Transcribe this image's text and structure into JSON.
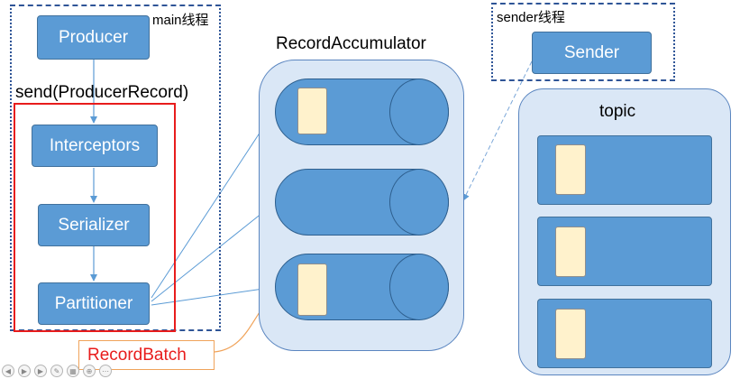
{
  "main_thread": {
    "label": "main线程",
    "producer": "Producer",
    "send_call": "send(ProducerRecord)",
    "interceptors": "Interceptors",
    "serializer": "Serializer",
    "partitioner": "Partitioner"
  },
  "accumulator": {
    "title": "RecordAccumulator"
  },
  "sender_thread": {
    "label": "sender线程",
    "sender": "Sender"
  },
  "topic": {
    "title": "topic"
  },
  "callout": {
    "record_batch": "RecordBatch"
  },
  "colors": {
    "node_fill": "#5b9bd5",
    "panel_fill": "#dae7f6",
    "batch_fill": "#fff2cc",
    "highlight_red": "#e81c1c",
    "callout_line": "#f0a35a"
  }
}
